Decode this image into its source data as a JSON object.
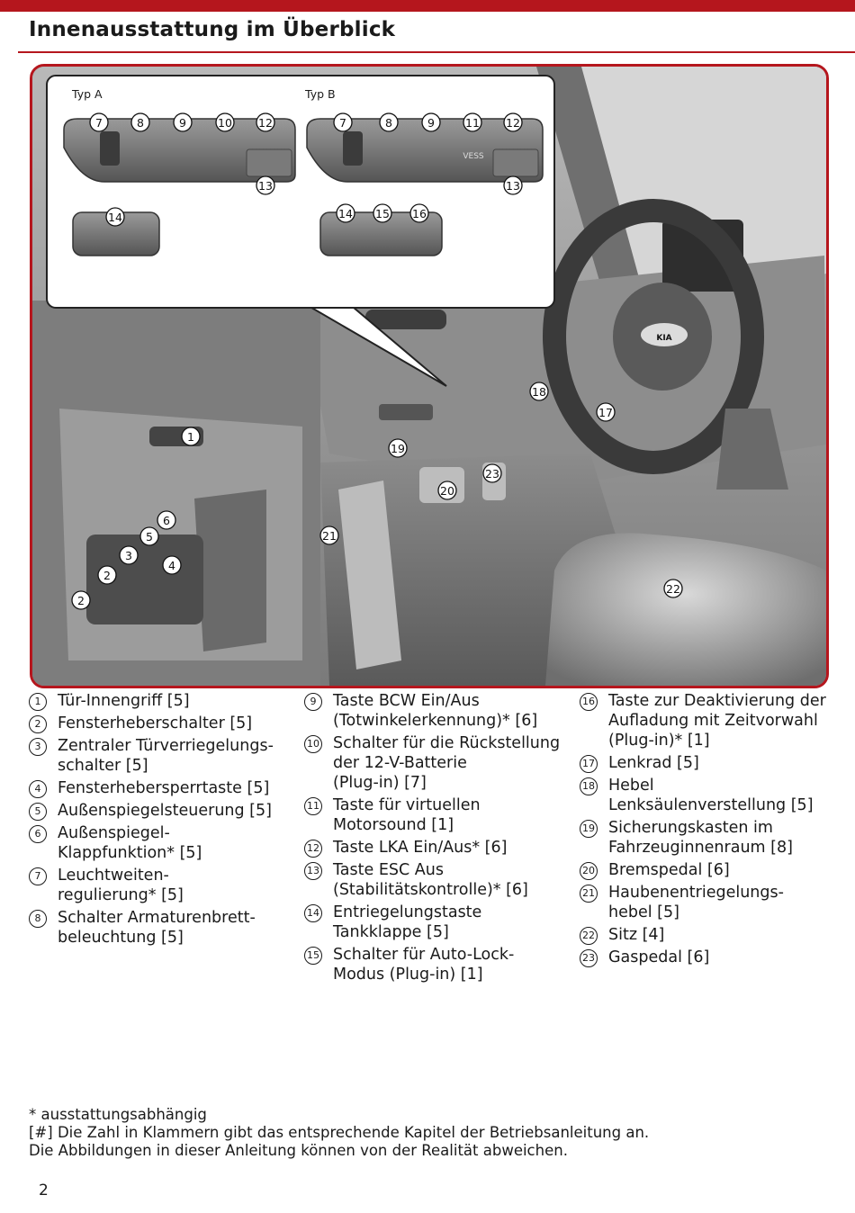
{
  "page": {
    "title": "Innenausstattung im Überblick",
    "page_number": "2"
  },
  "figure": {
    "type_a_label": "Typ A",
    "type_b_label": "Typ B",
    "callout_numbers": {
      "a7": "7",
      "a8": "8",
      "a9": "9",
      "a10": "10",
      "a12": "12",
      "a13": "13",
      "a14": "14",
      "b7": "7",
      "b8": "8",
      "b9": "9",
      "b11": "11",
      "b12": "12",
      "b13": "13",
      "b14": "14",
      "b15": "15",
      "b16": "16",
      "m1": "1",
      "m2a": "2",
      "m2b": "2",
      "m3": "3",
      "m4": "4",
      "m5": "5",
      "m6": "6",
      "m17": "17",
      "m18": "18",
      "m19": "19",
      "m20": "20",
      "m21": "21",
      "m22": "22",
      "m23": "23"
    },
    "button_label_vess": "VESS",
    "steering_logo": "KIA",
    "colors": {
      "accent": "#b5161d"
    }
  },
  "legend": {
    "col1": [
      {
        "num": "1",
        "text": "Tür-Innengriff [5]"
      },
      {
        "num": "2",
        "text": "Fensterheberschalter [5]"
      },
      {
        "num": "3",
        "text": "Zentraler Türverriegelungs-\nschalter [5]"
      },
      {
        "num": "4",
        "text": "Fensterhebersperrtaste [5]"
      },
      {
        "num": "5",
        "text": "Außenspiegelsteuerung [5]"
      },
      {
        "num": "6",
        "text": "Außenspiegel-\nKlappfunktion* [5]"
      },
      {
        "num": "7",
        "text": "Leuchtweiten-\nregulierung* [5]"
      },
      {
        "num": "8",
        "text": "Schalter Armaturenbrett-\nbeleuchtung [5]"
      }
    ],
    "col2": [
      {
        "num": "9",
        "text": "Taste BCW Ein/Aus\n(Totwinkelerkennung)* [6]"
      },
      {
        "num": "10",
        "text": "Schalter für die Rückstellung\nder 12-V-Batterie\n(Plug-in) [7]"
      },
      {
        "num": "11",
        "text": "Taste für virtuellen\nMotorsound [1]"
      },
      {
        "num": "12",
        "text": "Taste LKA Ein/Aus* [6]"
      },
      {
        "num": "13",
        "text": "Taste ESC Aus\n(Stabilitätskontrolle)* [6]"
      },
      {
        "num": "14",
        "text": "Entriegelungstaste\nTankklappe [5]"
      },
      {
        "num": "15",
        "text": "Schalter für Auto-Lock-\nModus (Plug-in) [1]"
      }
    ],
    "col3": [
      {
        "num": "16",
        "text": "Taste zur Deaktivierung der\nAufladung mit Zeitvorwahl\n(Plug-in)* [1]"
      },
      {
        "num": "17",
        "text": "Lenkrad [5]"
      },
      {
        "num": "18",
        "text": "Hebel\nLenksäulenverstellung [5]"
      },
      {
        "num": "19",
        "text": "Sicherungskasten im\nFahrzeuginnenraum [8]"
      },
      {
        "num": "20",
        "text": "Bremspedal [6]"
      },
      {
        "num": "21",
        "text": "Haubenentriegelungs-\nhebel [5]"
      },
      {
        "num": "22",
        "text": "Sitz [4]"
      },
      {
        "num": "23",
        "text": "Gaspedal [6]"
      }
    ]
  },
  "footnotes": {
    "line1": "* ausstattungsabhängig",
    "line2": "[#] Die Zahl in Klammern gibt das entsprechende Kapitel der Betriebsanleitung an.",
    "line3": "Die Abbildungen in dieser Anleitung können von der Realität abweichen."
  }
}
